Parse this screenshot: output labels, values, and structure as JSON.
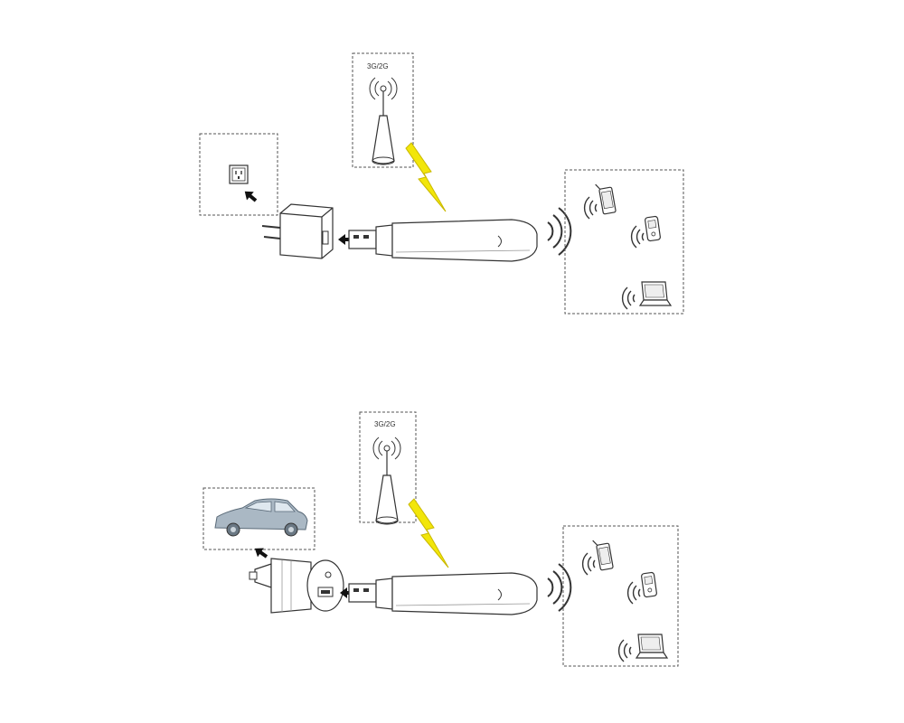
{
  "scenarios": [
    {
      "id": "wall-charger",
      "power_source": "wall-outlet",
      "adapter": "usb-wall-adapter",
      "tower_label": "3G/2G",
      "devices": [
        "smartphone",
        "phone",
        "laptop"
      ]
    },
    {
      "id": "car-charger",
      "power_source": "car",
      "adapter": "usb-car-charger",
      "tower_label": "3G/2G",
      "devices": [
        "smartphone",
        "phone",
        "laptop"
      ]
    }
  ],
  "colors": {
    "line": "#333333",
    "lightning": "#f2e60a",
    "lightning_outline": "#c9b800",
    "car_body": "#aab8c4",
    "dashed_border": "#555555"
  },
  "icons": [
    "wall-outlet-icon",
    "cell-tower-icon",
    "lightning-bolt-icon",
    "usb-modem-icon",
    "wifi-waves-icon",
    "smartphone-icon",
    "phone-icon",
    "laptop-icon",
    "usb-wall-adapter-icon",
    "car-icon",
    "car-charger-icon",
    "arrow-icon"
  ]
}
